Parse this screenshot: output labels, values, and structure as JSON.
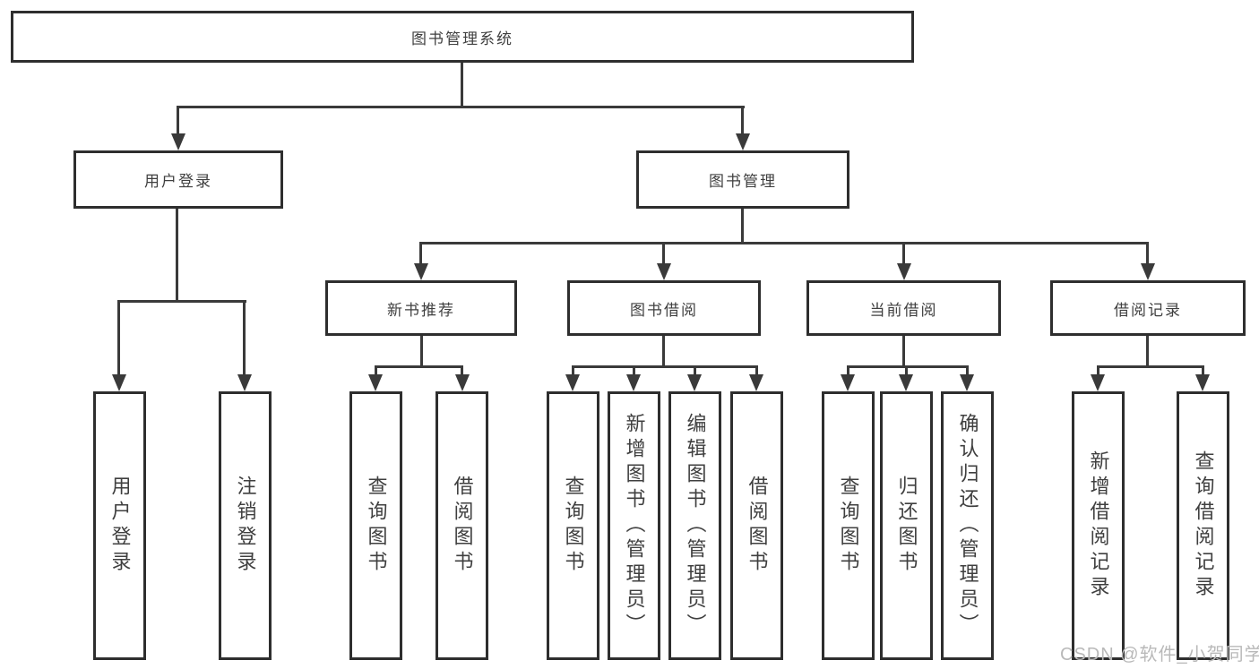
{
  "diagram_title": "图书管理系统",
  "tree": {
    "label": "图书管理系统",
    "children": [
      {
        "label": "用户登录",
        "children": [
          {
            "label": "用户登录"
          },
          {
            "label": "注销登录"
          }
        ]
      },
      {
        "label": "图书管理",
        "children": [
          {
            "label": "新书推荐",
            "children": [
              {
                "label": "查询图书"
              },
              {
                "label": "借阅图书"
              }
            ]
          },
          {
            "label": "图书借阅",
            "children": [
              {
                "label": "查询图书"
              },
              {
                "label": "新增图书（管理员）"
              },
              {
                "label": "编辑图书（管理员）"
              },
              {
                "label": "借阅图书"
              }
            ]
          },
          {
            "label": "当前借阅",
            "children": [
              {
                "label": "查询图书"
              },
              {
                "label": "归还图书"
              },
              {
                "label": "确认归还（管理员）"
              }
            ]
          },
          {
            "label": "借阅记录",
            "children": [
              {
                "label": "新增借阅记录"
              },
              {
                "label": "查询借阅记录"
              }
            ]
          }
        ]
      }
    ]
  },
  "watermark": {
    "text": "CSDN @软件_小贺同学",
    "color": "#b9b9b9"
  },
  "colors": {
    "background": "#ffffff",
    "box_border": "#2e2e2e",
    "connector_line": "#3a3a3a",
    "text": "#3f3f3f"
  }
}
